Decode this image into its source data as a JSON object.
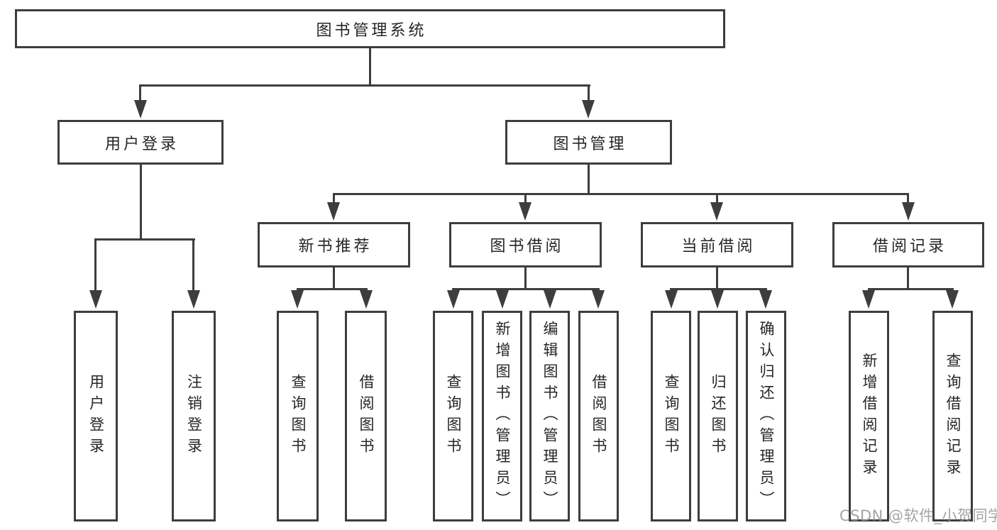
{
  "diagram_title": "图书管理系统",
  "tree": {
    "label": "图书管理系统",
    "children": [
      {
        "label": "用户登录",
        "children": [
          {
            "label": "用户登录"
          },
          {
            "label": "注销登录"
          }
        ]
      },
      {
        "label": "图书管理",
        "children": [
          {
            "label": "新书推荐",
            "children": [
              {
                "label": "查询图书"
              },
              {
                "label": "借阅图书"
              }
            ]
          },
          {
            "label": "图书借阅",
            "children": [
              {
                "label": "查询图书"
              },
              {
                "label": "新增图书（管理员）"
              },
              {
                "label": "编辑图书（管理员）"
              },
              {
                "label": "借阅图书"
              }
            ]
          },
          {
            "label": "当前借阅",
            "children": [
              {
                "label": "查询图书"
              },
              {
                "label": "归还图书"
              },
              {
                "label": "确认归还（管理员）"
              }
            ]
          },
          {
            "label": "借阅记录",
            "children": [
              {
                "label": "新增借阅记录"
              },
              {
                "label": "查询借阅记录"
              }
            ]
          }
        ]
      }
    ]
  },
  "watermark": {
    "text": "CSDN @软件_小贺同学",
    "color": "#949494"
  },
  "colors": {
    "line": "#3d3d3d",
    "text": "#262626",
    "background": "#ffffff"
  }
}
